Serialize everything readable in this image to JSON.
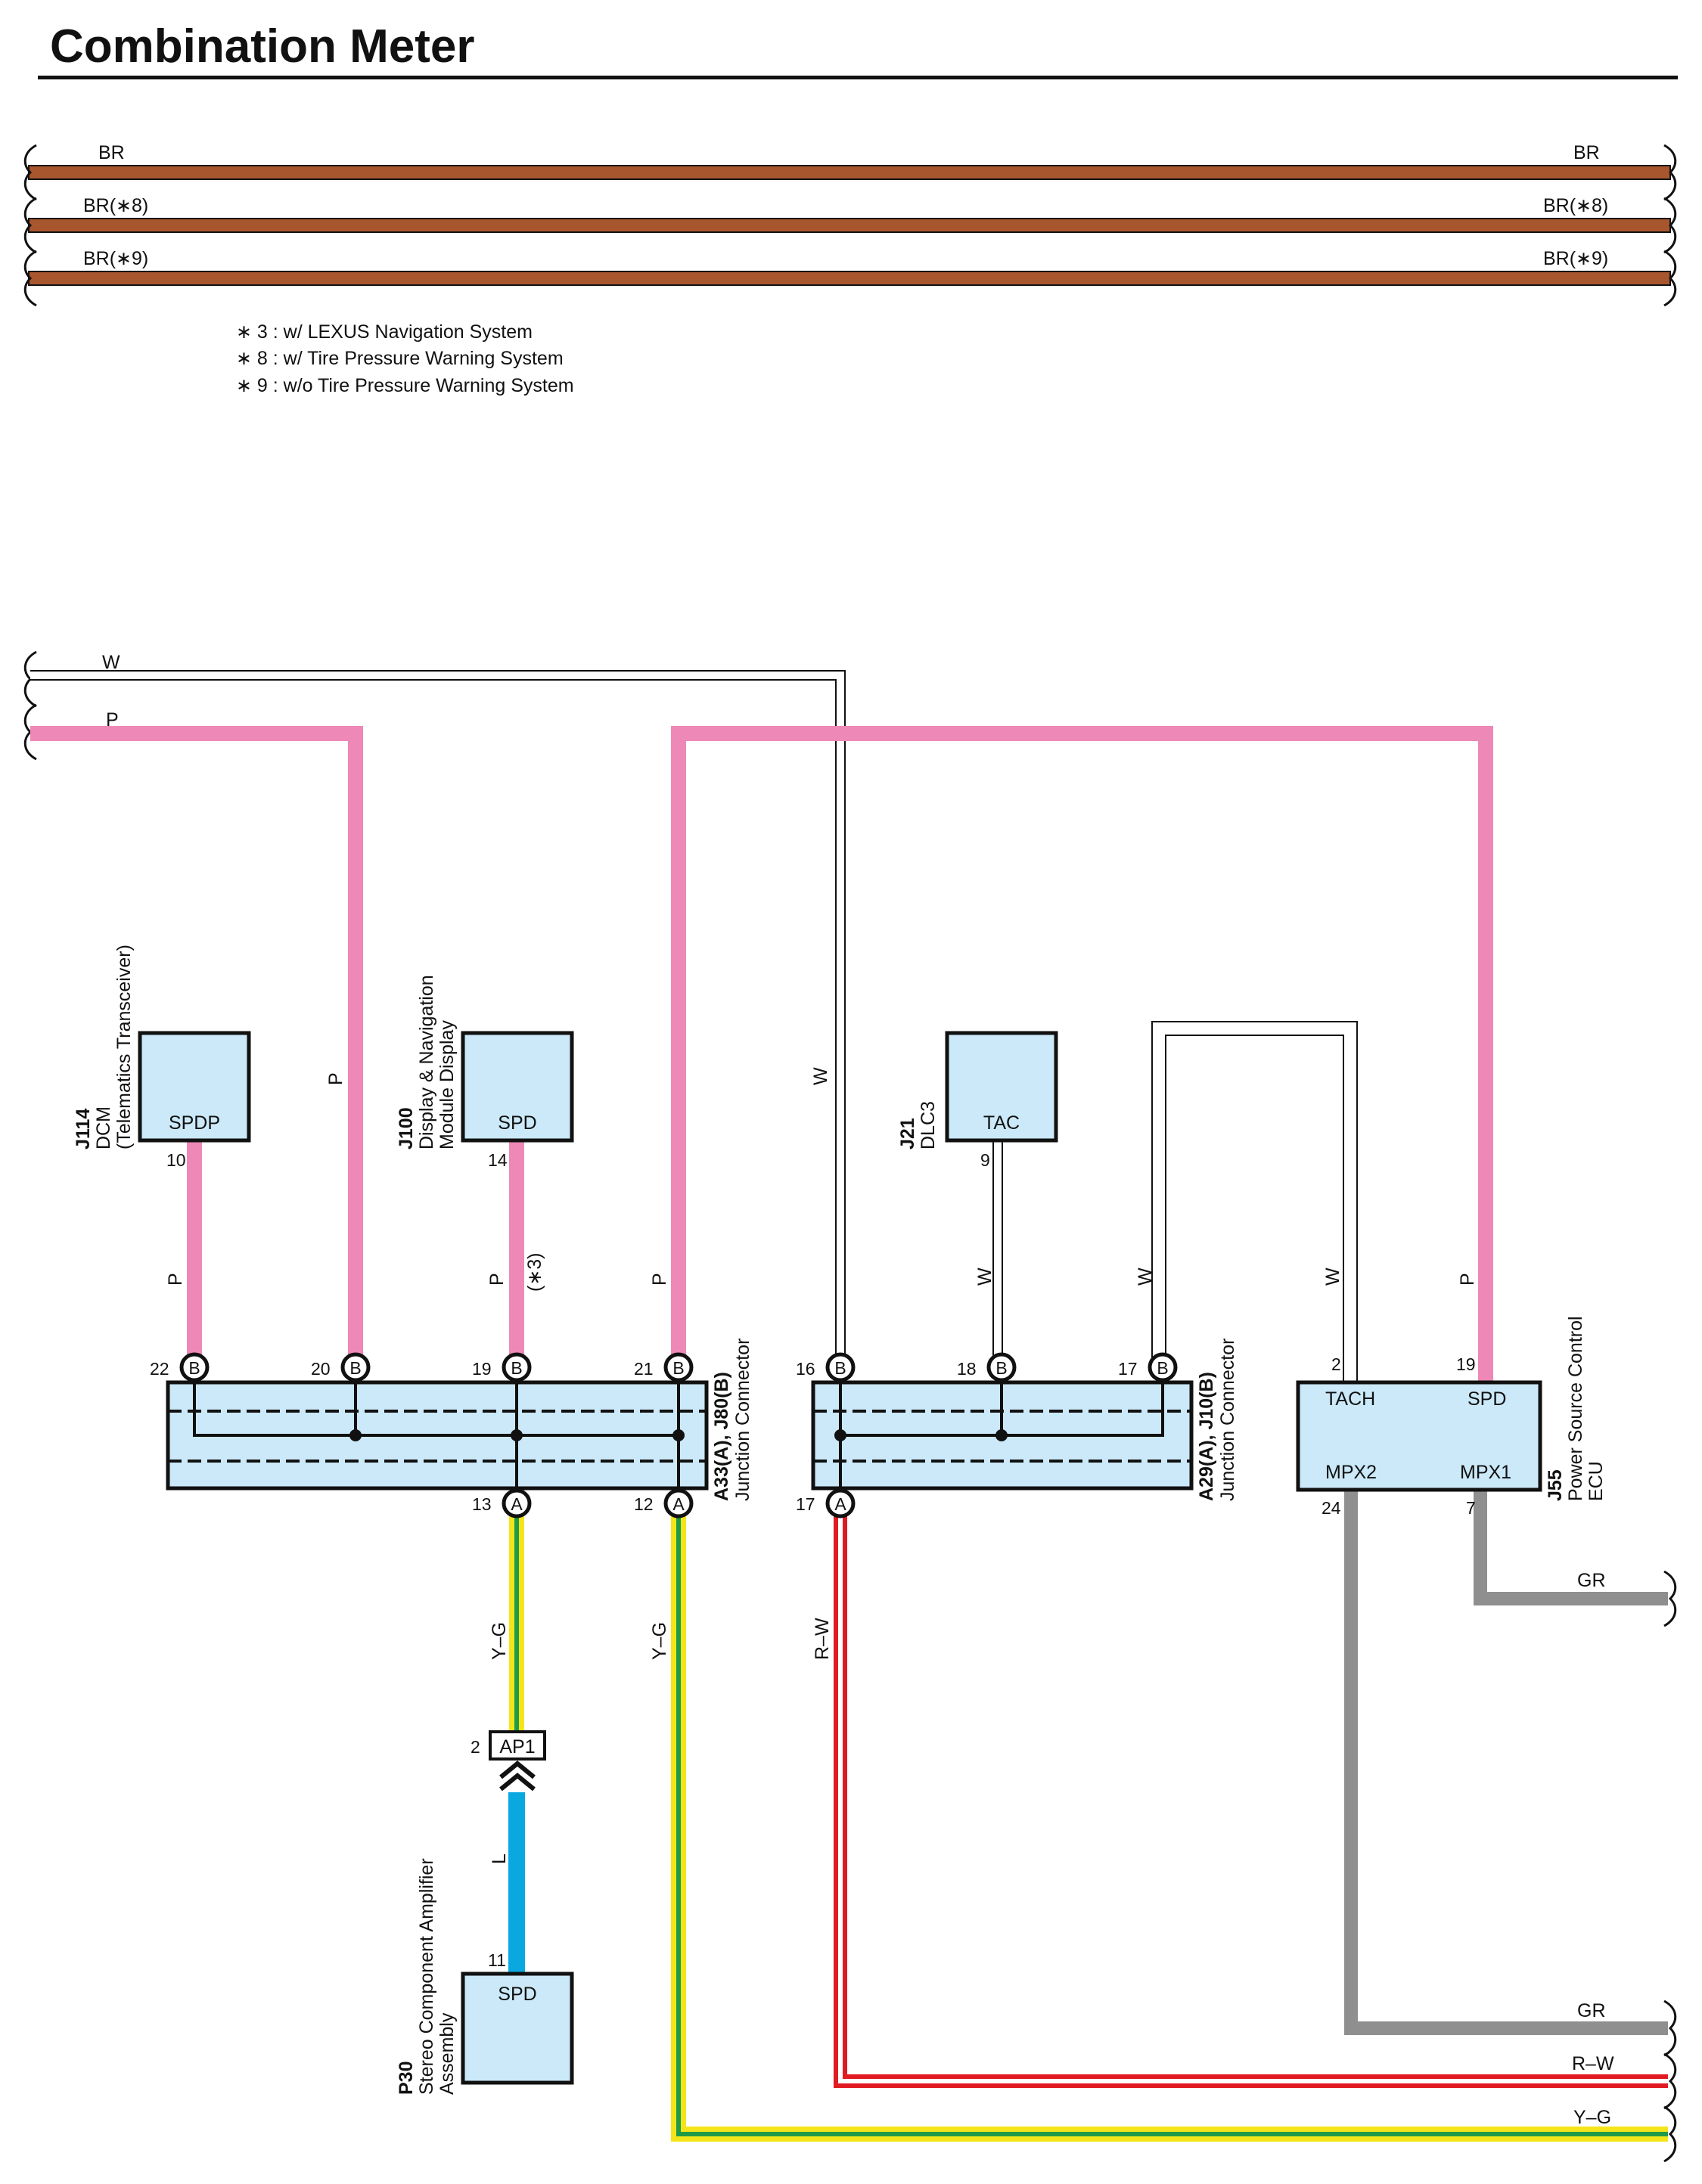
{
  "title": "Combination Meter",
  "colors": {
    "BR": "#a8562e",
    "P": "#ee88b6",
    "W": "#ffffff",
    "GR": "#8f8f8f",
    "L": "#0aa8e0",
    "R": "#e11b22",
    "Y": "#f3e51a",
    "G": "#1f9a48",
    "box": "#cbe9f8"
  },
  "bus": {
    "br": "BR",
    "br8": "BR(∗8)",
    "br9": "BR(∗9)"
  },
  "notes": [
    "∗ 3 : w/ LEXUS Navigation System",
    "∗ 8 : w/ Tire Pressure Warning System",
    "∗ 9 : w/o Tire Pressure Warning System"
  ],
  "wires": {
    "w": "W",
    "p": "P",
    "yg": "Y–G",
    "rw": "R–W",
    "gr": "GR",
    "l": "L",
    "note3": "(∗3)"
  },
  "components": {
    "j114": {
      "code": "J114",
      "name1": "DCM",
      "name2": "(Telematics Transceiver)",
      "terminal": "SPDP",
      "pin": "10"
    },
    "j100": {
      "code": "J100",
      "name1": "Display & Navigation",
      "name2": "Module Display",
      "terminal": "SPD",
      "pin": "14"
    },
    "j21": {
      "code": "J21",
      "name1": "DLC3",
      "terminal": "TAC",
      "pin": "9"
    },
    "j55": {
      "code": "J55",
      "name1": "Power Source Control",
      "name2": "ECU",
      "t_tach": "TACH",
      "t_spd": "SPD",
      "t_mpx2": "MPX2",
      "t_mpx1": "MPX1",
      "pin_tach": "2",
      "pin_spd": "19",
      "pin_mpx2": "24",
      "pin_mpx1": "7"
    },
    "p30": {
      "code": "P30",
      "name1": "Stereo Component Amplifier",
      "name2": "Assembly",
      "terminal": "SPD",
      "pin": "11"
    },
    "jc1": {
      "code": "A33(A), J80(B)",
      "name1": "Junction Connector",
      "pins_b": [
        "22",
        "20",
        "19",
        "21"
      ],
      "pins_a": [
        "13",
        "12"
      ]
    },
    "jc2": {
      "code": "A29(A), J10(B)",
      "name1": "Junction Connector",
      "pins_b": [
        "16",
        "18",
        "17"
      ],
      "pins_a": [
        "17"
      ]
    },
    "ap1": {
      "code": "AP1",
      "pin": "2"
    }
  },
  "connector_letters": {
    "a": "A",
    "b": "B"
  }
}
